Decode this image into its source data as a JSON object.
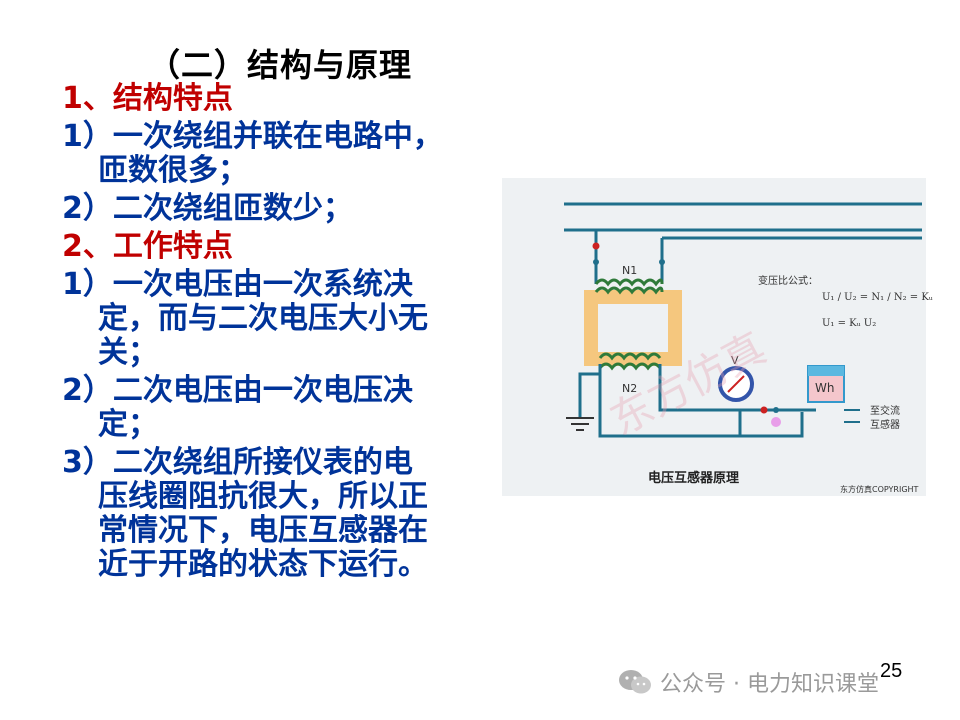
{
  "slide": {
    "title": "（二）结构与原理",
    "page_number": "25"
  },
  "content": {
    "section1_heading": "1、结构特点",
    "item1a_line1": "1）一次绕组并联在电路中，",
    "item1a_line2": "匝数很多；",
    "item1b": "2）二次绕组匝数少；",
    "section2_heading": "2、工作特点",
    "item2a_line1": "1）一次电压由一次系统决",
    "item2a_line2": "定，而与二次电压大小无",
    "item2a_line3": "关；",
    "item2b_line1": "2）二次电压由一次电压决",
    "item2b_line2": "定；",
    "item2c_line1": "3）二次绕组所接仪表的电",
    "item2c_line2": "压线圈阻抗很大，所以正",
    "item2c_line3": "常情况下，电压互感器在",
    "item2c_line4": "近于开路的状态下运行。"
  },
  "diagram": {
    "caption": "电压互感器原理",
    "copyright": "东方仿真COPYRIGHT",
    "n1_label": "N1",
    "n2_label": "N2",
    "formula_title": "变压比公式：",
    "formula_u1": "U",
    "formula_line1": "U₁ / U₂ = N₁ / N₂ = Kᵤ",
    "formula_line2": "U₁ = Kᵤ U₂",
    "voltmeter_label": "V",
    "wattmeter_label": "Wh",
    "output_label_line1": "至交流",
    "output_label_line2": "互感器",
    "watermark_text": "东方仿真",
    "colors": {
      "wire": "#1f6f8b",
      "core": "#f5c77e",
      "winding": "#2f7a3a",
      "node_red": "#cc2222"
    }
  },
  "footer": {
    "watermark": "公众号 · 电力知识课堂"
  }
}
